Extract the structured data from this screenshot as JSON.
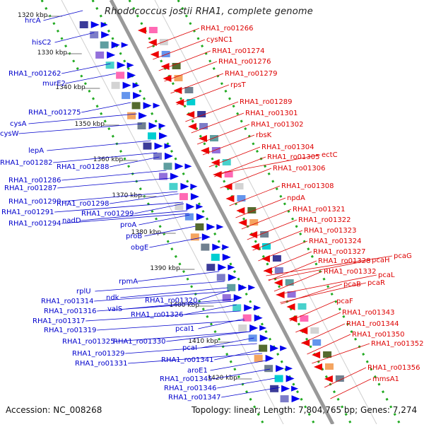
{
  "title": "Rhodococcus jostii RHA1, complete genome",
  "footer": {
    "accession": "Accession: NC_008268",
    "summary": "Topology: linear; Length: 7,804,765 bp; Genes: 7,274"
  },
  "colors": {
    "left_labels": "#0000cc",
    "right_labels": "#dd0000",
    "backbone": "#999999",
    "orf_dots": "#22aa22"
  },
  "ticks": [
    "1320 kbp",
    "1330 kbp",
    "1340 kbp",
    "1350 kbp",
    "1360 kbp",
    "1370 kbp",
    "1380 kbp",
    "1390 kbp",
    "1400 kbp",
    "1410 kbp",
    "1420 kbp"
  ],
  "left_labels": [
    "hrcA",
    "hisC2",
    "RHA1_ro01262",
    "murE2",
    "RHA1_ro01275",
    "cysA",
    "cysW",
    "lepA",
    "RHA1_ro01282",
    "RHA1_ro01288",
    "RHA1_ro01286",
    "RHA1_ro01287",
    "RHA1_ro01290",
    "RHA1_ro01298",
    "RHA1_ro01291",
    "RHA1_ro01299",
    "RHA1_ro01294",
    "nadD",
    "proA",
    "proB",
    "obgE",
    "rpmA",
    "rplU",
    "RHA1_ro01314",
    "ndk",
    "RHA1_ro01320",
    "RHA1_ro01316",
    "valS",
    "RHA1_ro01326",
    "RHA1_ro01317",
    "RHA1_ro01319",
    "pcaI1",
    "RHA1_ro01325",
    "RHA1_ro01330",
    "pcaI",
    "RHA1_ro01329",
    "RHA1_ro01331",
    "RHA1_ro01341",
    "aroE1",
    "RHA1_ro01345",
    "RHA1_ro01346",
    "RHA1_ro01347"
  ],
  "right_labels": [
    "RHA1_ro01266",
    "cysNC1",
    "RHA1_ro01274",
    "RHA1_ro01276",
    "RHA1_ro01279",
    "rpsT",
    "RHA1_ro01289",
    "RHA1_ro01301",
    "RHA1_ro01302",
    "rbsK",
    "RHA1_ro01304",
    "RHA1_ro01305",
    "ectC",
    "RHA1_ro01306",
    "RHA1_ro01308",
    "npdA",
    "RHA1_ro01321",
    "RHA1_ro01322",
    "RHA1_ro01323",
    "RHA1_ro01324",
    "RHA1_ro01327",
    "RHA1_ro01328",
    "pcaH",
    "pcaG",
    "RHA1_ro01332",
    "pcaL",
    "pcaB",
    "pcaR",
    "pcaF",
    "RHA1_ro01343",
    "RHA1_ro01344",
    "RHA1_ro01350",
    "RHA1_ro01352",
    "RHA1_ro01356",
    "mmsA1"
  ]
}
